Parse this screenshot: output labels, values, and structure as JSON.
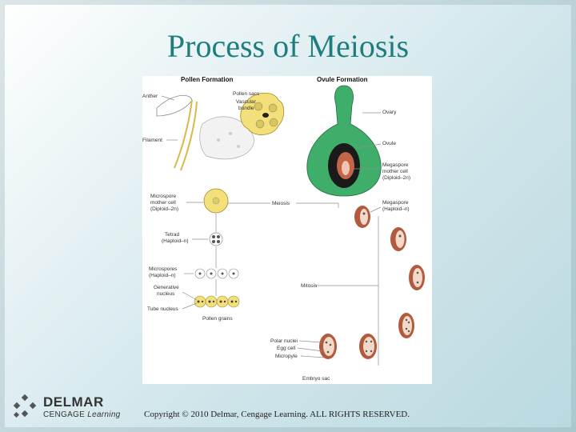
{
  "slide": {
    "title": "Process of Meiosis"
  },
  "figure": {
    "pollen_header": "Pollen Formation",
    "ovule_header": "Ovule Formation",
    "labels": {
      "anther": "Anther",
      "filament": "Filament",
      "pollen_sacs": "Pollen sacs",
      "vascular_bundle_1": "Vascular",
      "vascular_bundle_2": "bundle",
      "microspore_1": "Microspore",
      "microspore_2": "mother cell",
      "microspore_3": "(Diploid–2n)",
      "tetrad_1": "Tetrad",
      "tetrad_2": "(Haploid–n)",
      "microspores_1": "Microspores",
      "microspores_2": "(Haploid–n)",
      "generative_1": "Generative",
      "generative_2": "nucleus",
      "tube_nucleus": "Tube nucleus",
      "pollen_grains": "Pollen grains",
      "meiosis": "Meiosis",
      "mitosis": "Mitosis",
      "ovary": "Ovary",
      "ovule": "Ovule",
      "megaspore_mother_1": "Megaspore",
      "megaspore_mother_2": "mother cell",
      "megaspore_mother_3": "(Diploid–2n)",
      "megaspore_1": "Megaspore",
      "megaspore_2": "(Haploid–n)",
      "polar_nuclei": "Polar nuclei",
      "egg_cell": "Egg cell",
      "micropyle": "Micropyle",
      "embryo_sac": "Embryo sac"
    }
  },
  "footer": {
    "logo_name": "DELMAR",
    "logo_sub_1": "CENGAGE",
    "logo_sub_2": "Learning",
    "copyright": "Copyright © 2010 Delmar, Cengage Learning. ALL RIGHTS RESERVED."
  },
  "colors": {
    "title": "#1f7d7d",
    "ovary_green": "#3fae6a",
    "pollen_yellow": "#f3e07a",
    "ovule_brown": "#b25a3e"
  }
}
